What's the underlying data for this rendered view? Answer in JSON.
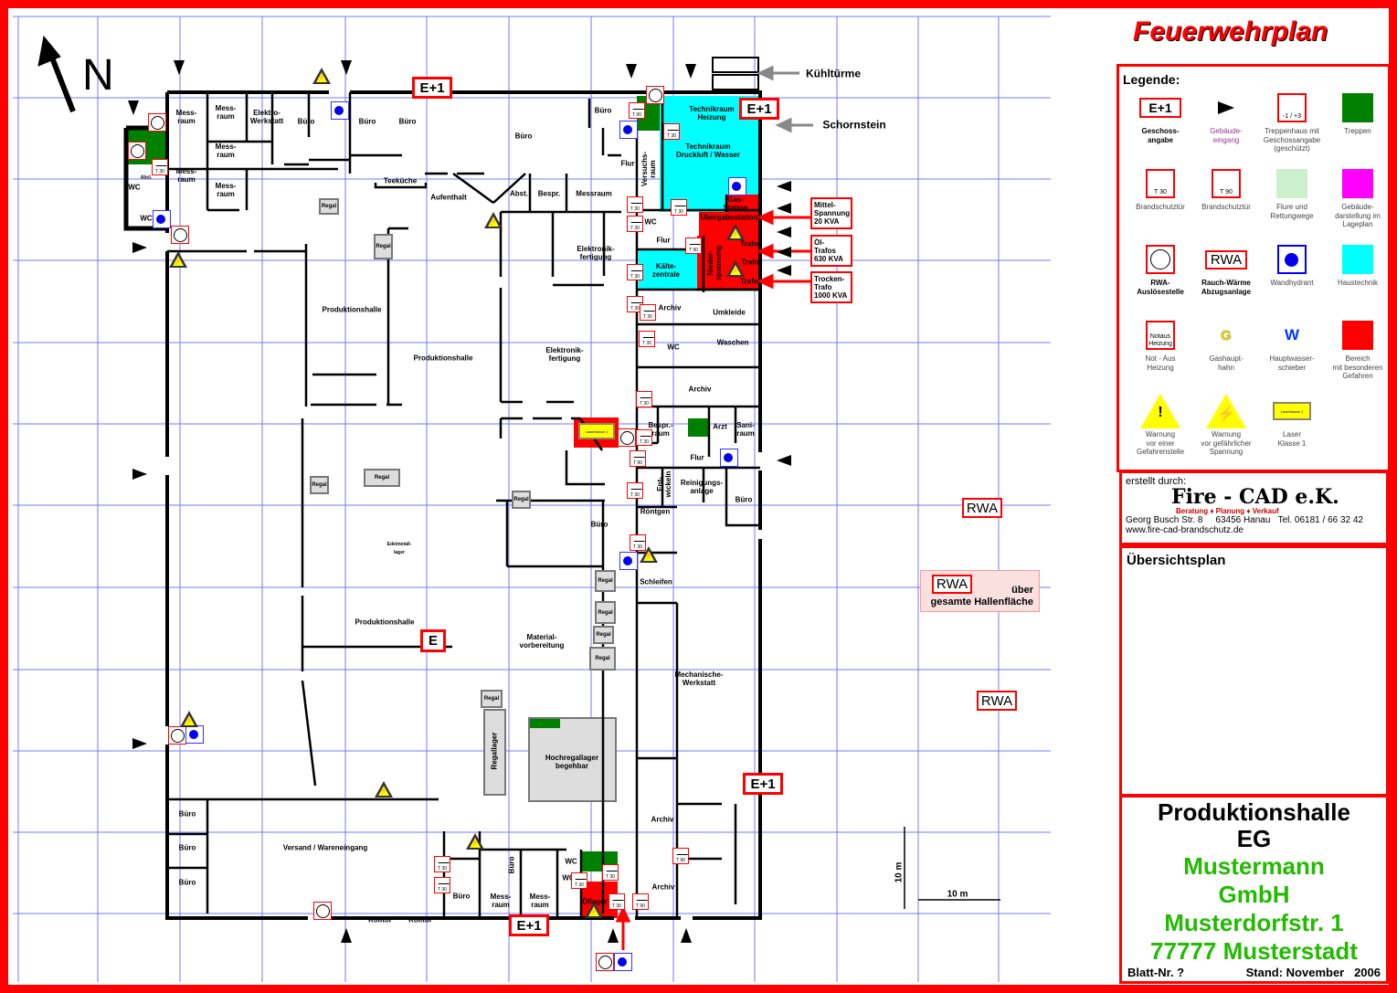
{
  "title": "Feuerwehrplan",
  "north": "N",
  "door_labels": {
    "t30": "T 30",
    "t90": "T 90"
  },
  "rooms": [
    "Mess-\nraum",
    "Mess-\nraum",
    "Elektro-\nWerkstatt",
    "Büro",
    "Mess-\nraum",
    "Mess-\nraum",
    "Mess-\nraum",
    "Büro",
    "Büro",
    "Büro",
    "Büro",
    "Teeküche",
    "Aufenthalt",
    "Abst.",
    "Bespr.",
    "Messraum",
    "Flur",
    "Versuchs-\nraum",
    "Technikraum\nHeizung",
    "Technikraum\nDruckluft / Wasser",
    "Gas-\nStation",
    "Übergabestation",
    "WC",
    "Flur",
    "Kälte-\nzentrale",
    "Nieder-\nspannung",
    "Trafo",
    "Trafo",
    "Trafo",
    "Elektronik-\nfertigung",
    "Produktionshalle",
    "Produktionshalle",
    "Archiv",
    "Umkleide",
    "WC",
    "Waschen",
    "Elektronik-\nfertigung",
    "Archiv",
    "Bespr.-\nraum",
    "Arzt",
    "Sani-\nraum",
    "Flur",
    "Ent-\nwickeln",
    "Reinigungs-\nanlage",
    "Büro",
    "Röntgen",
    "Büro",
    "Schleifen",
    "Produktionshalle",
    "Material-\nvorbereitung",
    "Mechanische-\nWerkstatt",
    "Hochregallager\nbegehbar",
    "Regallager",
    "Büro",
    "Büro",
    "Büro",
    "Versand / Wareneingang",
    "Büro",
    "Mess-\nraum",
    "Mess-\nraum",
    "Büro",
    "WC",
    "WC",
    "Öllager",
    "Archiv",
    "Archiv",
    "Rolltor",
    "Rolltor",
    "Edelmetall-\nlager",
    "Abst.",
    "WC",
    "WC"
  ],
  "regal": "Regal",
  "laser_sign": "Laserklasse 1",
  "floor_markers": {
    "e1": "E+1",
    "e": "E"
  },
  "callouts": {
    "kuehltuerme": "Kühltürme",
    "schornstein": "Schornstein",
    "mittelspannung": "Mittel-\nSpannung\n20 KVA",
    "oeltrafos": "Öl-\nTrafos\n630 KVA",
    "trockentrafo": "Trocken-\nTrafo\n1000 KVA"
  },
  "rwa": {
    "label": "RWA",
    "note": "über\ngesamte Hallenfläche"
  },
  "scale": {
    "vertical": "10 m",
    "horizontal": "10 m"
  },
  "legend": {
    "heading": "Legende:",
    "items": [
      {
        "label": "Geschoss-\nangabe",
        "icon": "floor-marker",
        "sym": "E+1"
      },
      {
        "label": "Gebäude-\neingang",
        "icon": "entrance-arrow"
      },
      {
        "label": "Treppenhaus mit\nGeschossangabe\n(geschützt)",
        "icon": "stairwell",
        "sym": "-1 / +3"
      },
      {
        "label": "Treppen",
        "icon": "stairs",
        "color": "#008000"
      },
      {
        "label": "Brandschutztür",
        "icon": "fire-door",
        "sym": "T 30"
      },
      {
        "label": "Brandschutztür",
        "icon": "fire-door",
        "sym": "T 90"
      },
      {
        "label": "Flure und\nRettungwege",
        "icon": "escape-route",
        "color": "#ccf0cc"
      },
      {
        "label": "Gebäude-\ndarstellung im\nLageplan",
        "icon": "site-plan",
        "color": "#ff00ff"
      },
      {
        "label": "RWA-\nAuslösestelle",
        "icon": "rwa-trigger"
      },
      {
        "label": "Rauch-Wärme\nAbzugsanlage",
        "icon": "rwa",
        "sym": "RWA"
      },
      {
        "label": "Wandhydrant",
        "icon": "hydrant"
      },
      {
        "label": "Haustechnik",
        "icon": "building-services",
        "color": "#00ffff"
      },
      {
        "label": "Not - Aus\nHeizung",
        "icon": "emergency-stop",
        "sym": "Notaus\nHeizung"
      },
      {
        "label": "Gashaupt-\nhahn",
        "icon": "gas-valve",
        "sym": "G"
      },
      {
        "label": "Hauptwasser-\nschieber",
        "icon": "water-valve",
        "sym": "W"
      },
      {
        "label": "Bereich\nmit besonderen\nGefahren",
        "icon": "danger-area",
        "color": "#ff0000"
      },
      {
        "label": "Warnung\nvor einer\nGefahrenstelle",
        "icon": "warning",
        "sym": "!"
      },
      {
        "label": "Warnung\nvor gefährlicher\nSpannung",
        "icon": "voltage-warning",
        "sym": "⚡"
      },
      {
        "label": "Laser\nKlasse 1",
        "icon": "laser",
        "sym": "Laserklasse 1"
      }
    ]
  },
  "creator": {
    "heading": "erstellt durch:",
    "logo": "Fire - CAD e.K.",
    "tagline": "Beratung ♦ Planung ♦ Verkauf",
    "address": "Georg Busch Str. 8     63456 Hanau   Tel. 06181 / 66 32 42",
    "web": "www.fire-cad-brandschutz.de"
  },
  "overview": {
    "heading": "Übersichtsplan"
  },
  "titleblock": {
    "building": "Produktionshalle",
    "floor": "EG",
    "company1": "Mustermann",
    "company2": "GmbH",
    "street": "Musterdorfstr. 1",
    "city": "77777 Musterstadt",
    "sheet": "Blatt-Nr. ?",
    "date": "Stand: November   2006"
  },
  "colors": {
    "frame": "#ff0000",
    "haustechnik": "#00ffff",
    "danger": "#ff0000",
    "stairs": "#008000",
    "grid": "#6666ff"
  }
}
